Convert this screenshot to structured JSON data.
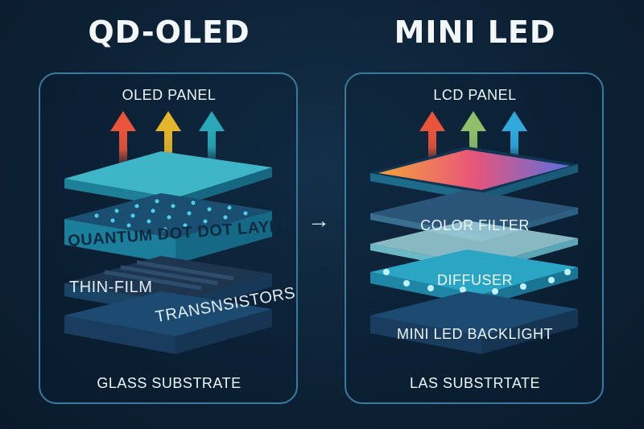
{
  "left": {
    "title": "QD-OLED",
    "top_label": "OLED PANEL",
    "layer1_label": "QUANTUM DOT DOT LAYER",
    "layer2_label_a": "THIN-FILM",
    "layer2_label_b": "TRANSNSISTORS",
    "bottom_label": "GLASS SUBSTRATE"
  },
  "right": {
    "title": "MINI LED",
    "top_label": "LCD PANEL",
    "layer1_label": "COLOR FILTER",
    "layer2_label": "DIFFUSER",
    "layer3_label": "MINI LED BACKLIGHT",
    "bottom_label": "LAS SUBSTRTATE"
  },
  "arrow_symbol": "→",
  "colors": {
    "background": "#0d2236",
    "border": "#3a7a9e",
    "arrow_red": "#e8553a",
    "arrow_yellow": "#e5b62c",
    "arrow_teal": "#2aa7b8",
    "arrow_green": "#8fbf6a",
    "arrow_blue": "#31a9dc"
  }
}
